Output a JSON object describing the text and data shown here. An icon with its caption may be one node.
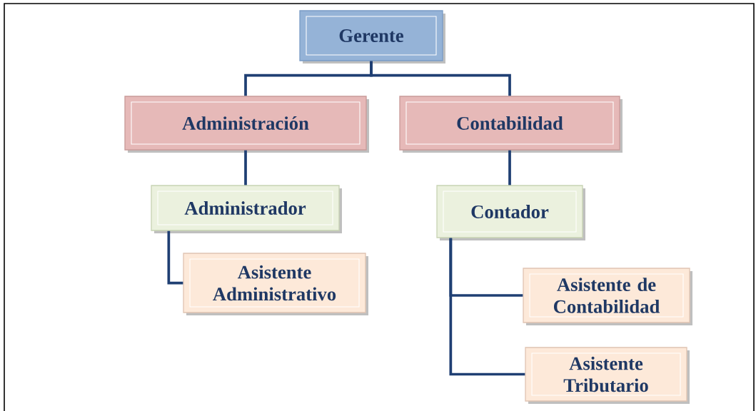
{
  "diagram": {
    "nodes": [
      {
        "text": [
          "Gerente"
        ]
      },
      {
        "text": [
          "Administración"
        ]
      },
      {
        "text": [
          "Contabilidad"
        ]
      },
      {
        "text": [
          "Administrador"
        ]
      },
      {
        "text": [
          "Asistente Administrativo"
        ]
      },
      {
        "text": [
          "Contador"
        ]
      },
      {
        "text": [
          "Asistente de Contabilidad"
        ]
      },
      {
        "text": [
          "Asistente Tributario"
        ]
      }
    ],
    "edges": [
      {
        "from": 0,
        "to": 1,
        "arrow": "none"
      },
      {
        "from": 0,
        "to": 2,
        "arrow": "none"
      },
      {
        "from": 1,
        "to": 3,
        "arrow": "none"
      },
      {
        "from": 3,
        "to": 4,
        "arrow": "none"
      },
      {
        "from": 2,
        "to": 5,
        "arrow": "none"
      },
      {
        "from": 5,
        "to": 6,
        "arrow": "none"
      },
      {
        "from": 5,
        "to": 7,
        "arrow": "none"
      }
    ]
  }
}
